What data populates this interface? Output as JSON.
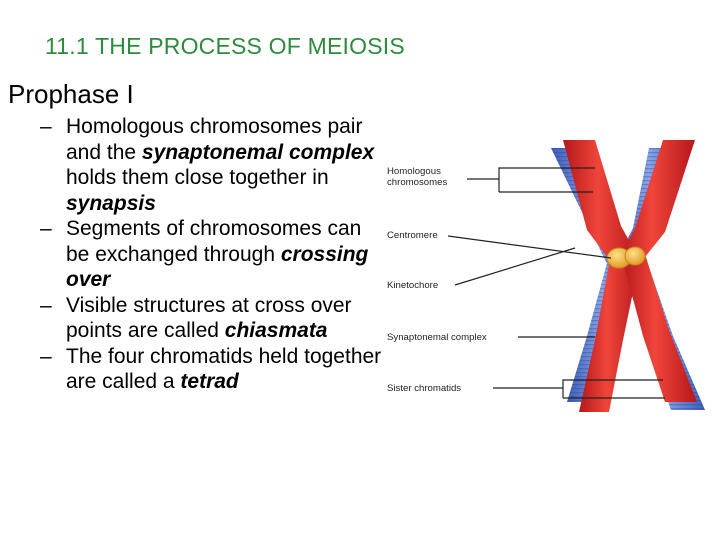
{
  "slide": {
    "title": "11.1 THE PROCESS OF MEIOSIS"
  },
  "heading": "Prophase I",
  "bullets": [
    [
      {
        "t": "Homologous chromosomes pair and the ",
        "em": false
      },
      {
        "t": "synaptonemal complex",
        "em": true
      },
      {
        "t": " holds them close together in ",
        "em": false
      },
      {
        "t": "synapsis",
        "em": true
      }
    ],
    [
      {
        "t": "Segments of chromosomes can be exchanged through ",
        "em": false
      },
      {
        "t": "crossing over",
        "em": true
      }
    ],
    [
      {
        "t": "Visible structures at cross over points are called ",
        "em": false
      },
      {
        "t": "chiasmata",
        "em": true
      }
    ],
    [
      {
        "t": "The four chromatids held together are called a ",
        "em": false
      },
      {
        "t": "tetrad",
        "em": true
      }
    ]
  ],
  "figure": {
    "labels": {
      "homologous_line1": "Homologous",
      "homologous_line2": "chromosomes",
      "centromere": "Centromere",
      "kinetochore": "Kinetochore",
      "synaptonemal": "Synaptonemal complex",
      "sister": "Sister chromatids"
    },
    "colors": {
      "red_chromatid": "#e8322a",
      "blue_chromatid": "#5c7fd6",
      "centromere": "#f2b43a",
      "pointer": "#222222"
    }
  }
}
